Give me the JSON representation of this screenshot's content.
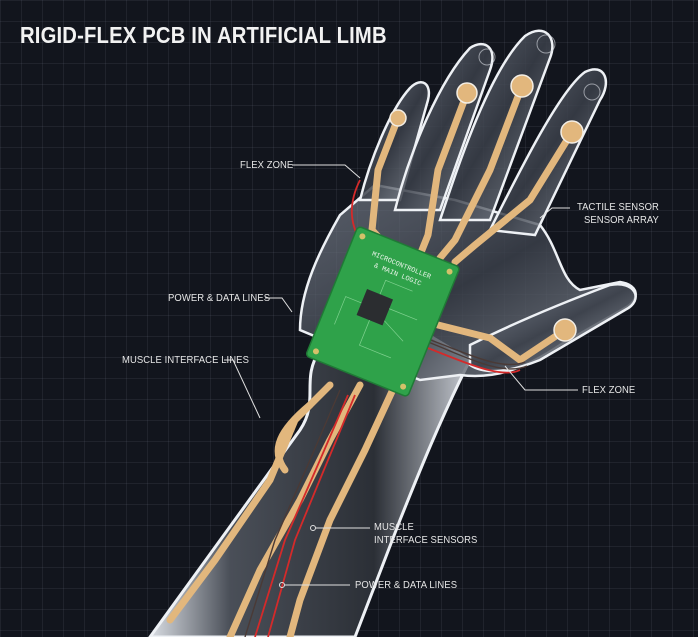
{
  "title": "RIGID-FLEX PCB IN ARTIFICIAL LIMB",
  "colors": {
    "background": "#12151d",
    "grid": "#2a303c",
    "flex_trace": "#e2b77d",
    "pcb_green": "#2fa24a",
    "power_line": "#d42a2a",
    "limb_outline": "#e8ecf2",
    "label_text": "#e6e6e6"
  },
  "pcb": {
    "silkscreen_line1": "MICROCONTROLLER",
    "silkscreen_line2": "& MAIN LOGIC"
  },
  "callouts": [
    {
      "id": "flex-zone-top",
      "text": "FLEX ZONE"
    },
    {
      "id": "tactile-sensor",
      "line1": "TACTILE SENSOR",
      "line2": "SENSOR ARRAY"
    },
    {
      "id": "power-data-upper",
      "text": "POWER & DATA LINES"
    },
    {
      "id": "muscle-interface-lines",
      "text": "MUSCLE INTERFACE LINES"
    },
    {
      "id": "flex-zone-thumb",
      "text": "FLEX ZONE"
    },
    {
      "id": "muscle-interface-sensors",
      "line1": "MUSCLE",
      "line2": "INTERFACE SENSORS"
    },
    {
      "id": "power-data-lower",
      "text": "POWER & DATA LINES"
    }
  ]
}
